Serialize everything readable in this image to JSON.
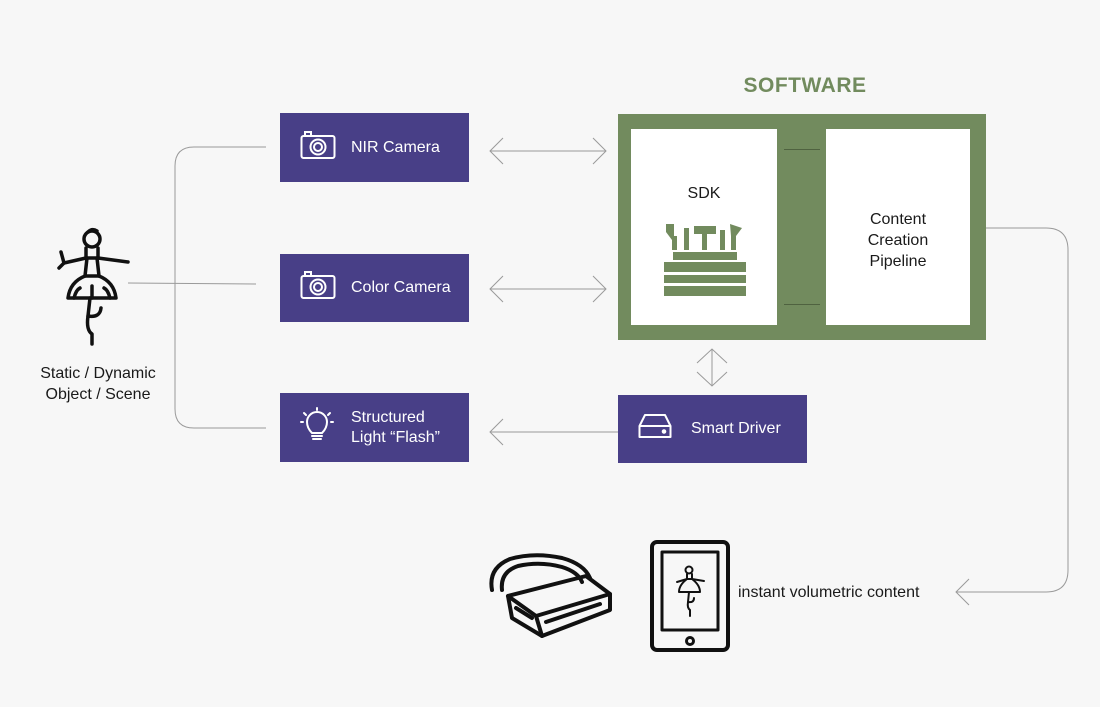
{
  "software": {
    "title": "SOFTWARE",
    "sdk_label": "SDK",
    "pipeline_label": "Content Creation Pipeline"
  },
  "subject": {
    "label": "Static / Dynamic Object / Scene",
    "icon": "ballerina-icon"
  },
  "hardware": {
    "nir_camera": {
      "label": "NIR Camera",
      "icon": "camera-icon"
    },
    "color_camera": {
      "label": "Color Camera",
      "icon": "camera-icon"
    },
    "structured_light": {
      "label": "Structured Light “Flash”",
      "icon": "light-bulb-icon"
    },
    "smart_driver": {
      "label": "Smart Driver",
      "icon": "hard-drive-icon"
    }
  },
  "output": {
    "label": "instant volumetric content",
    "icons": [
      "vr-headset-icon",
      "tablet-icon"
    ]
  },
  "colors": {
    "purple": "#483f87",
    "green": "#728b5e",
    "background": "#f7f7f7",
    "line": "#9a9a9a"
  }
}
